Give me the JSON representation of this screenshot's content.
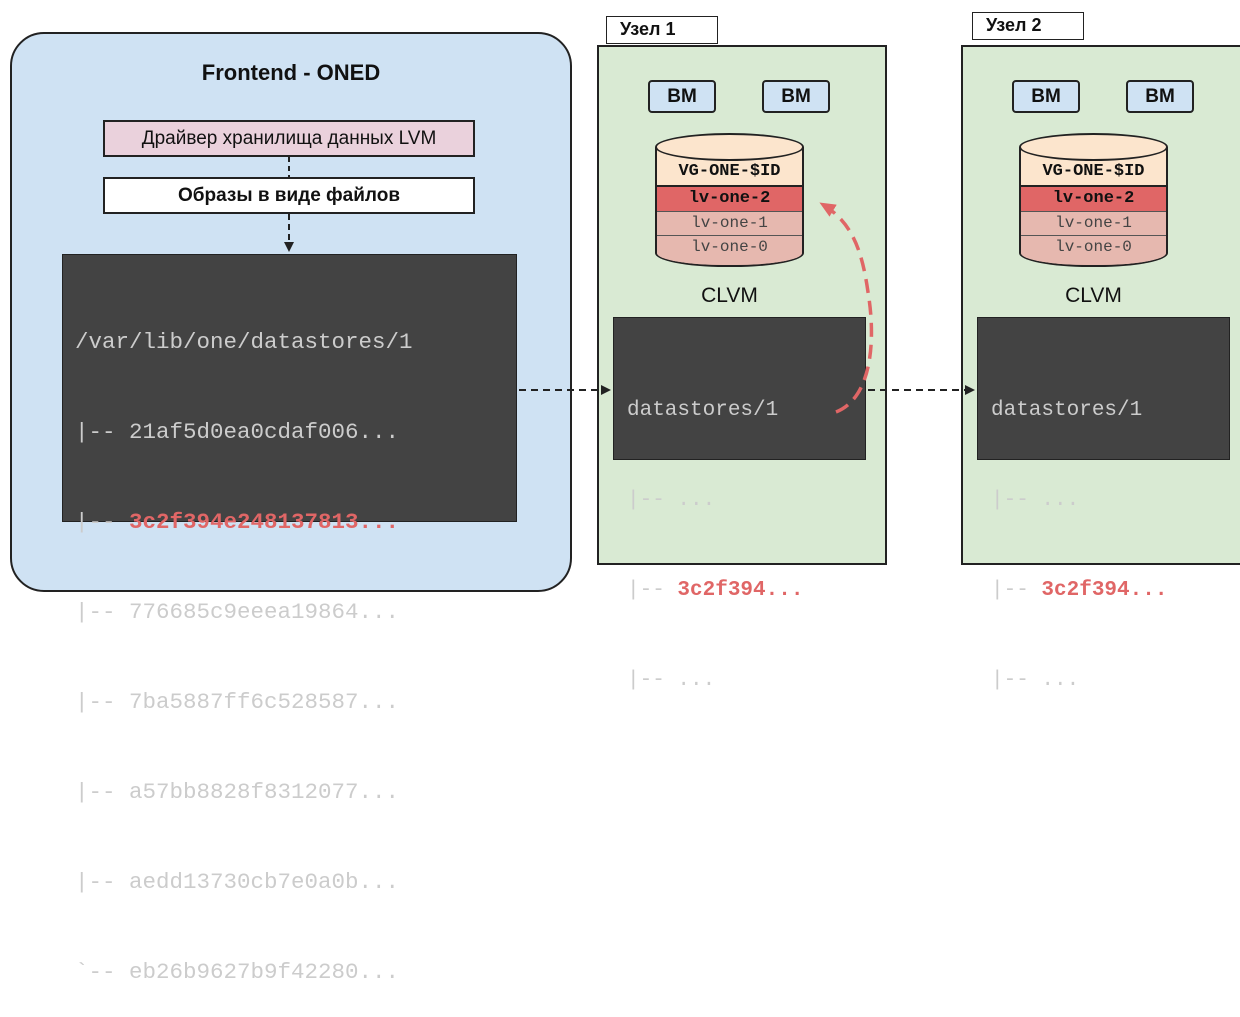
{
  "frontend": {
    "title": "Frontend - ONED",
    "driver_label": "Драйвер хранилища данных LVM",
    "images_label": "Образы в виде файлов",
    "datastore": {
      "lines": [
        {
          "text": "/var/lib/one/datastores/1",
          "highlight": false
        },
        {
          "text": "|-- 21af5d0ea0cdaf006...",
          "highlight": false
        },
        {
          "text": "|-- 3c2f394e248137813...",
          "highlight": true
        },
        {
          "text": "|-- 776685c9eeea19864...",
          "highlight": false
        },
        {
          "text": "|-- 7ba5887ff6c528587...",
          "highlight": false
        },
        {
          "text": "|-- a57bb8828f8312077...",
          "highlight": false
        },
        {
          "text": "|-- aedd13730cb7e0a0b...",
          "highlight": false
        },
        {
          "text": "`-- eb26b9627b9f42280...",
          "highlight": false
        }
      ]
    }
  },
  "nodes": [
    {
      "tab": "Узел 1",
      "vms": [
        "ВМ",
        "ВМ"
      ],
      "volume_group": "VG-ONE-$ID",
      "logical_volumes": [
        "lv-one-2",
        "lv-one-1",
        "lv-one-0"
      ],
      "clvm_label": "CLVM",
      "terminal": {
        "header": "datastores/1",
        "row1": "|-- ...",
        "row2_prefix": "|-- ",
        "row2_file": "3c2f394...",
        "row3": "|-- ..."
      }
    },
    {
      "tab": "Узел 2",
      "vms": [
        "ВМ",
        "ВМ"
      ],
      "volume_group": "VG-ONE-$ID",
      "logical_volumes": [
        "lv-one-2",
        "lv-one-1",
        "lv-one-0"
      ],
      "clvm_label": "CLVM",
      "terminal": {
        "header": "datastores/1",
        "row1": "|-- ...",
        "row2_prefix": "|-- ",
        "row2_file": "3c2f394...",
        "row3": "|-- ..."
      }
    }
  ],
  "colors": {
    "frontend_bg": "#cfe2f3",
    "node_bg": "#d9ead3",
    "driver_bg": "#ead1dc",
    "terminal_bg": "#434343",
    "highlight_red": "#e06666",
    "vg_bg": "#fce5cd",
    "lv_bg": "#e6b8af"
  }
}
